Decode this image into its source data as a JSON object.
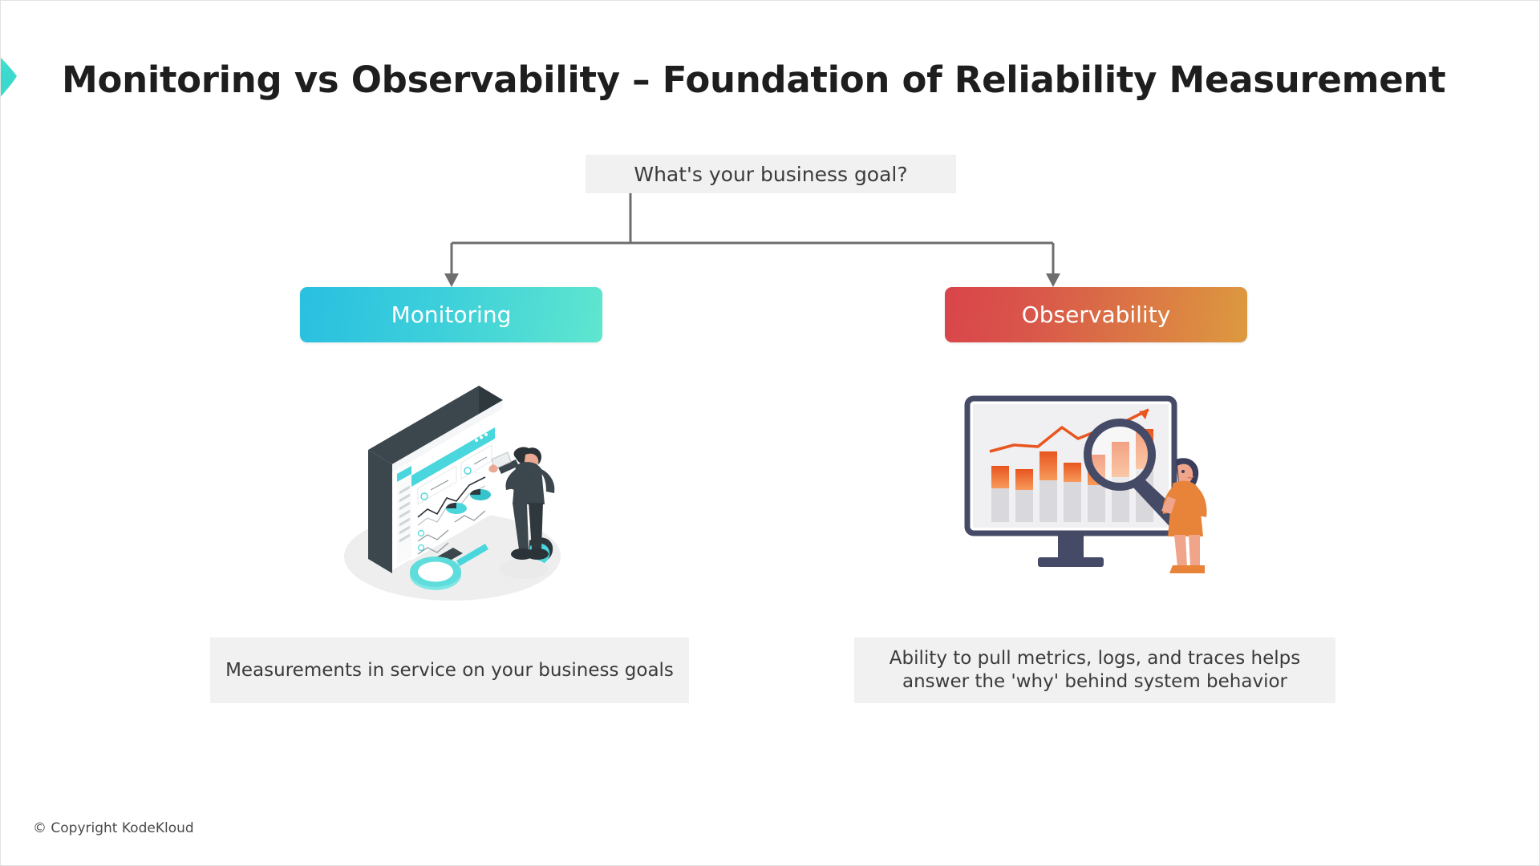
{
  "slide": {
    "title": "Monitoring vs Observability – Foundation of Reliability Measurement",
    "background_color": "#ffffff",
    "brand_mark": "chevron-logo",
    "brand_color_start": "#4ff0d0",
    "brand_color_end": "#2fc6c0"
  },
  "question": {
    "text": "What's your business goal?",
    "box_color": "#f1f1f1",
    "text_color": "#3b3b3b"
  },
  "connector": {
    "line_color": "#6e6e6e",
    "style": "org-chart-split-with-arrows",
    "branch_count": 2
  },
  "branches": [
    {
      "key": "monitoring",
      "label": "Monitoring",
      "gradient_start": "#29bfe0",
      "gradient_end": "#5fe6cf",
      "label_color": "#ffffff",
      "illustration": "isometric-dashboard-monitor-person-magnifier",
      "caption": "Measurements in service on your business goals",
      "caption_box_color": "#f1f1f1"
    },
    {
      "key": "observability",
      "label": "Observability",
      "gradient_start": "#d9444a",
      "gradient_end": "#dd9a3f",
      "label_color": "#ffffff",
      "illustration": "monitor-bar-chart-woman-magnifier",
      "caption": "Ability to pull metrics, logs, and traces helps answer the 'why' behind system behavior",
      "caption_box_color": "#f1f1f1"
    }
  ],
  "footer": {
    "copyright": "© Copyright KodeKloud"
  }
}
